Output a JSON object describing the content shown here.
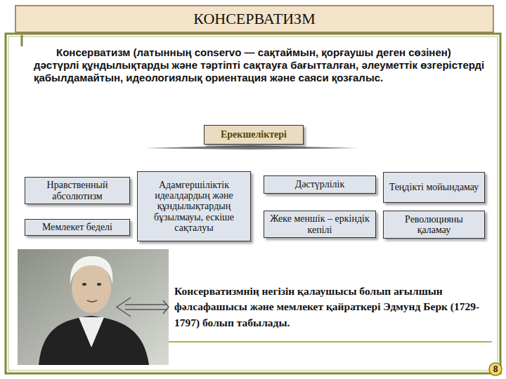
{
  "diagram": {
    "title": "КОНСЕРВАТИЗМ",
    "nodes": [
      {
        "text": [
          "Ерекшеліктері"
        ]
      },
      {
        "text": [
          "Нравственный абсолютизм"
        ]
      },
      {
        "text": [
          "Мемлекет беделі"
        ]
      },
      {
        "text": [
          "Адамгершіліктік идеалдардың және құндылықтардың бұзылмауы, ескіше сақталуы"
        ]
      },
      {
        "text": [
          "Дәстүрлілік"
        ]
      },
      {
        "text": [
          "Жеке меншік – еркіндік кепілі"
        ]
      },
      {
        "text": [
          "Теңдікті мойындамау"
        ]
      },
      {
        "text": [
          "Революцияны қаламау"
        ]
      }
    ],
    "labels": [
      "Консерватизм (латынның conservo — сақтаймын, қорғаушы деген сөзінен) дәстүрлі құндылықтарды және тәртіпті сақтауға бағытталған, әлеуметтік өзгерістерді қабылдамайтын, идеологиялық ориентация және саяси қозғалыс.",
      "Консерватизмнің негізін қалаушысы болып ағылшын фәлсафашысы және мемлекет қайраткері Эдмунд Берк (1729-1797) болып табылады.",
      "8"
    ]
  }
}
